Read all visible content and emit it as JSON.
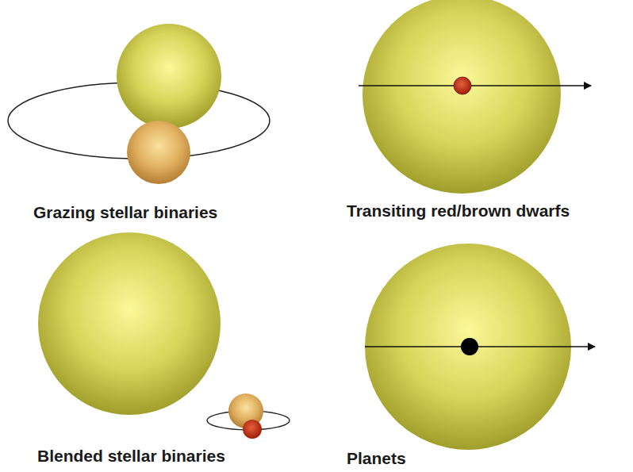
{
  "diagram": {
    "labels": [
      "Grazing stellar binaries",
      "Transiting red/brown dwarfs",
      "Blended stellar binaries",
      "Planets"
    ]
  }
}
